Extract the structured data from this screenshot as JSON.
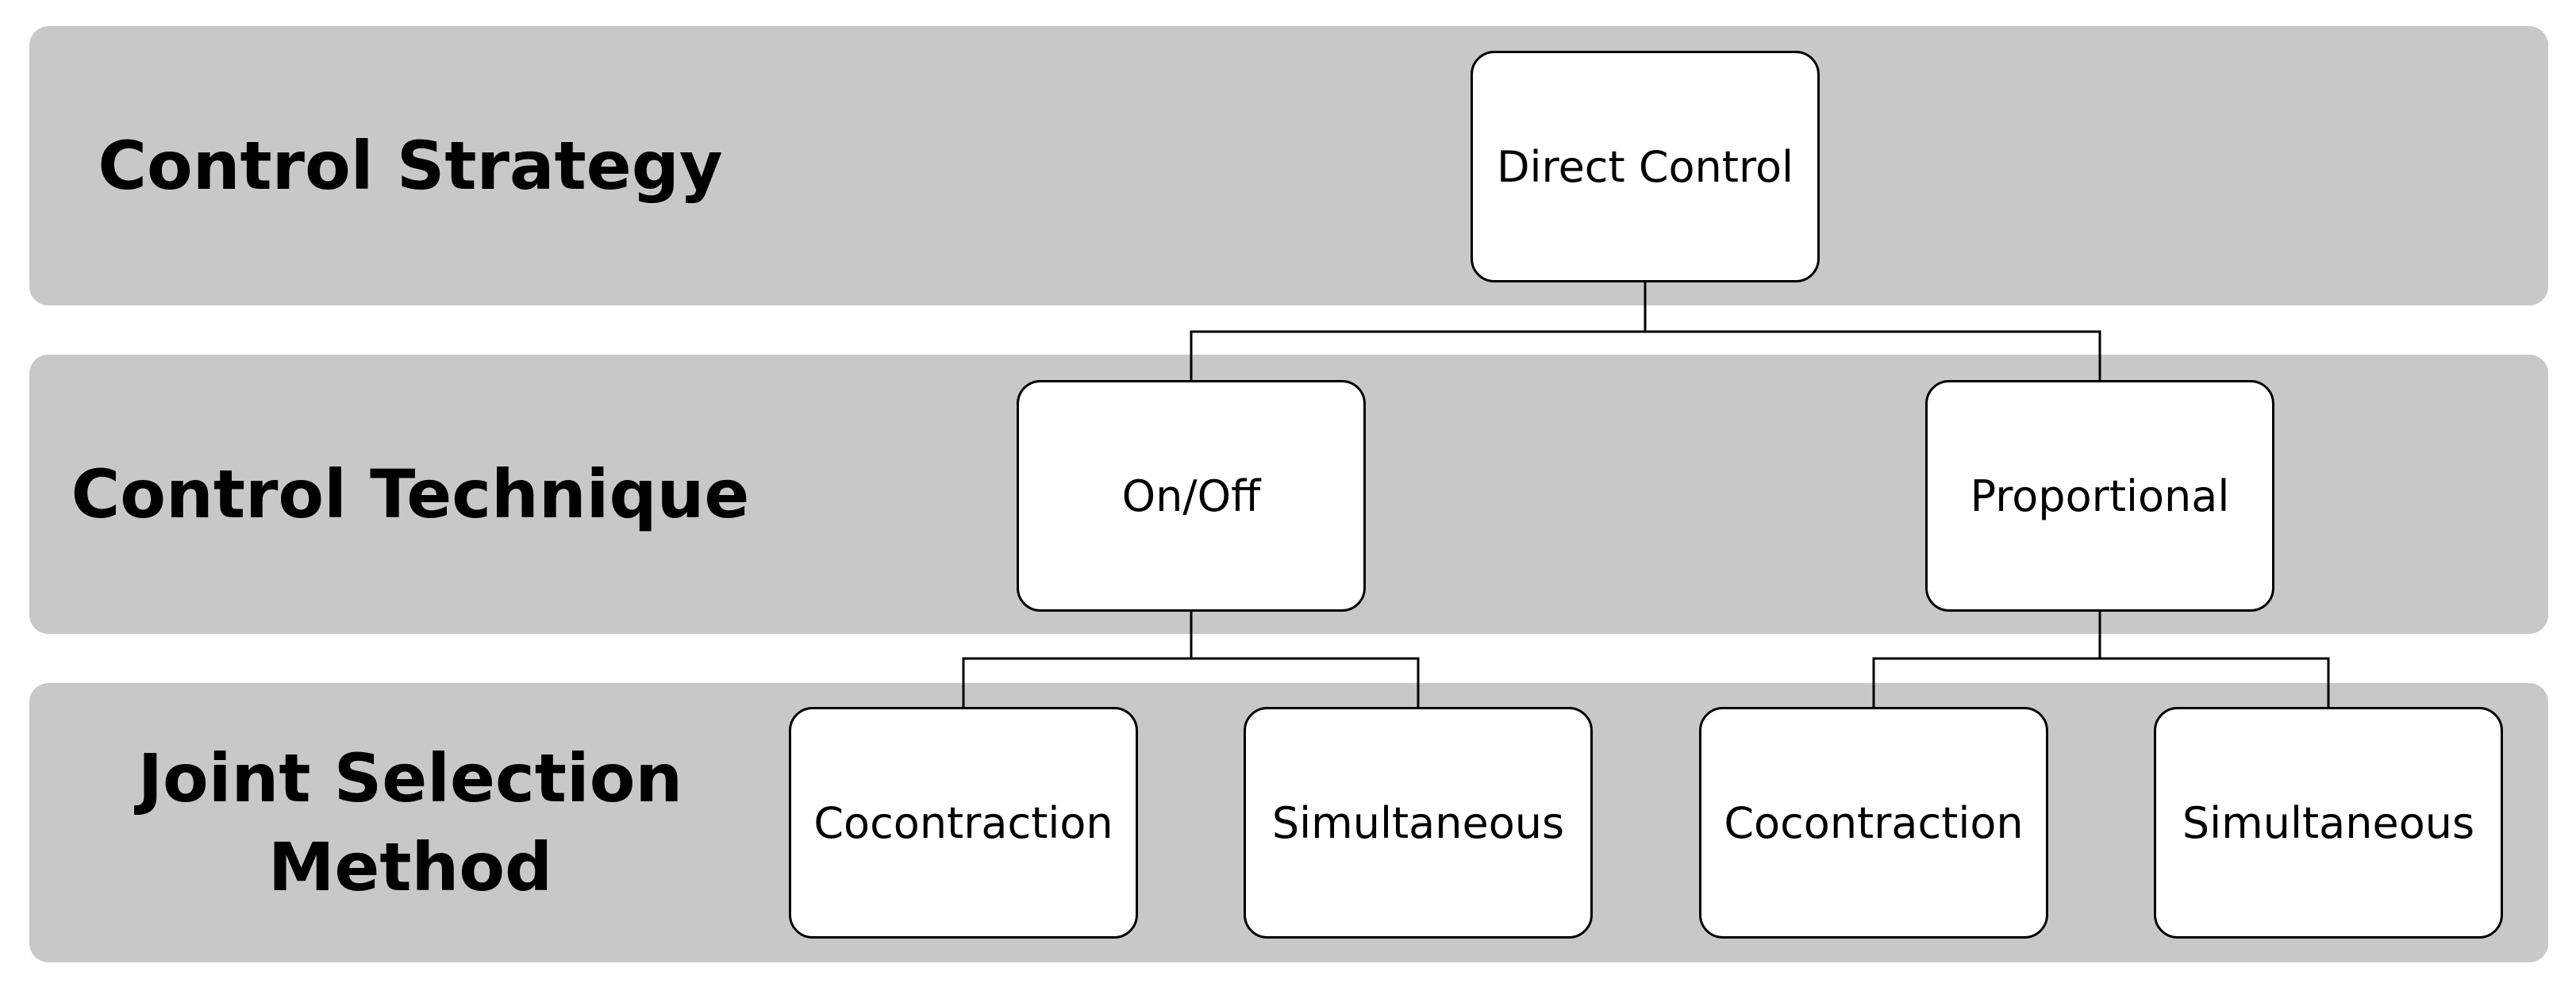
{
  "levels": [
    {
      "label": "Control Strategy"
    },
    {
      "label": "Control Technique"
    },
    {
      "label": "Joint Selection\nMethod"
    }
  ],
  "nodes": {
    "root": "Direct Control",
    "technique": [
      "On/Off",
      "Proportional"
    ],
    "method": [
      "Cocontraction",
      "Simultaneous",
      "Cocontraction",
      "Simultaneous"
    ]
  },
  "colors": {
    "band": "#c8c8c8",
    "node_fill": "#ffffff",
    "stroke": "#000000"
  }
}
